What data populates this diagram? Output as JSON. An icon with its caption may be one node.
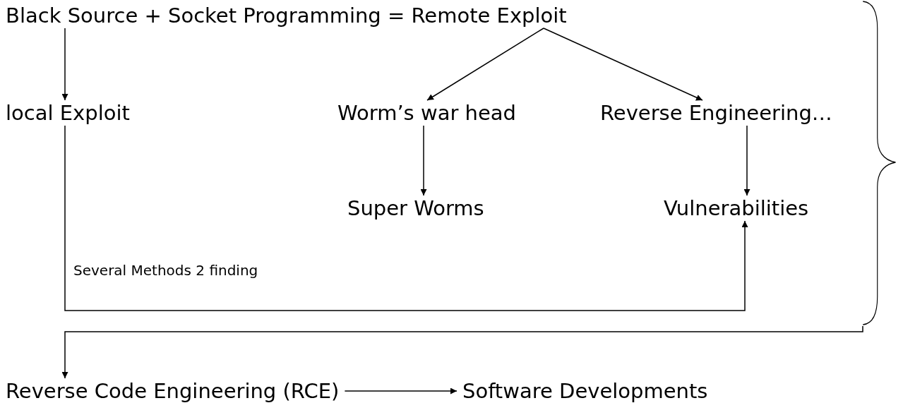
{
  "diagram": {
    "nodes": [
      {
        "text": [
          "Black Source + Socket Programming = Remote Exploit"
        ]
      },
      {
        "text": [
          "local Exploit"
        ]
      },
      {
        "text": [
          "Worm’s war head"
        ]
      },
      {
        "text": [
          "Reverse Engineering…"
        ]
      },
      {
        "text": [
          "Super Worms"
        ]
      },
      {
        "text": [
          "Vulnerabilities"
        ]
      },
      {
        "text": [],
        "shape": "brace"
      },
      {
        "text": [
          "Reverse Code Engineering (RCE)"
        ]
      },
      {
        "text": [
          "Software Developments"
        ]
      }
    ],
    "edges": [
      {
        "from": 0,
        "to": 1,
        "arrow": "to"
      },
      {
        "from": 0,
        "to": 2,
        "arrow": "to"
      },
      {
        "from": 0,
        "to": 3,
        "arrow": "to"
      },
      {
        "from": 2,
        "to": 4,
        "arrow": "to"
      },
      {
        "from": 3,
        "to": 5,
        "arrow": "to"
      },
      {
        "from": 1,
        "to": 5,
        "arrow": "to",
        "label": "Several Methods 2 finding"
      },
      {
        "from": 6,
        "to": 7,
        "arrow": "to"
      },
      {
        "from": 7,
        "to": 8,
        "arrow": "to"
      }
    ]
  }
}
